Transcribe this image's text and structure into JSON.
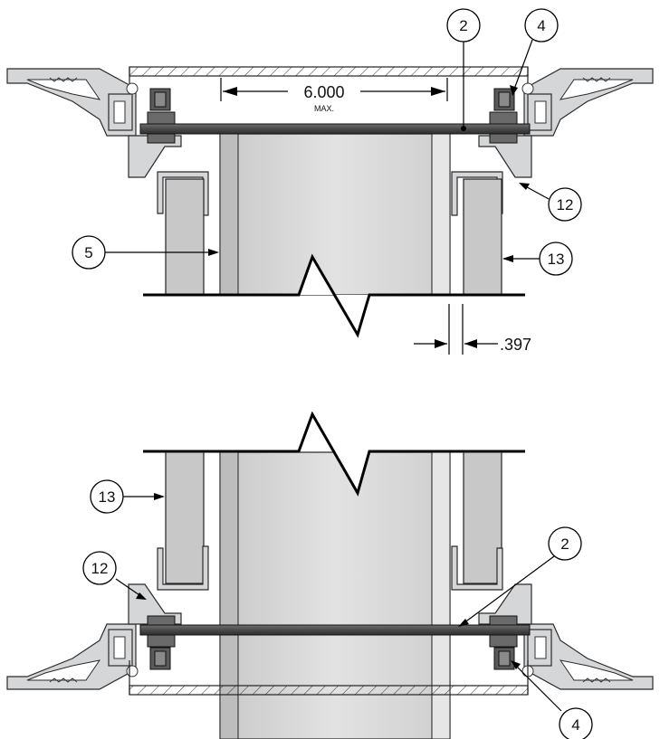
{
  "dimensions": {
    "width_value": "6.000",
    "width_note": "MAX.",
    "gap_value": ".397"
  },
  "callouts": {
    "top_plate": "2",
    "top_fastener": "4",
    "top_adapter": "12",
    "top_insulation": "13",
    "top_mullion": "5",
    "bottom_insulation": "13",
    "bottom_adapter": "12",
    "bottom_plate": "2",
    "bottom_fastener": "4"
  }
}
